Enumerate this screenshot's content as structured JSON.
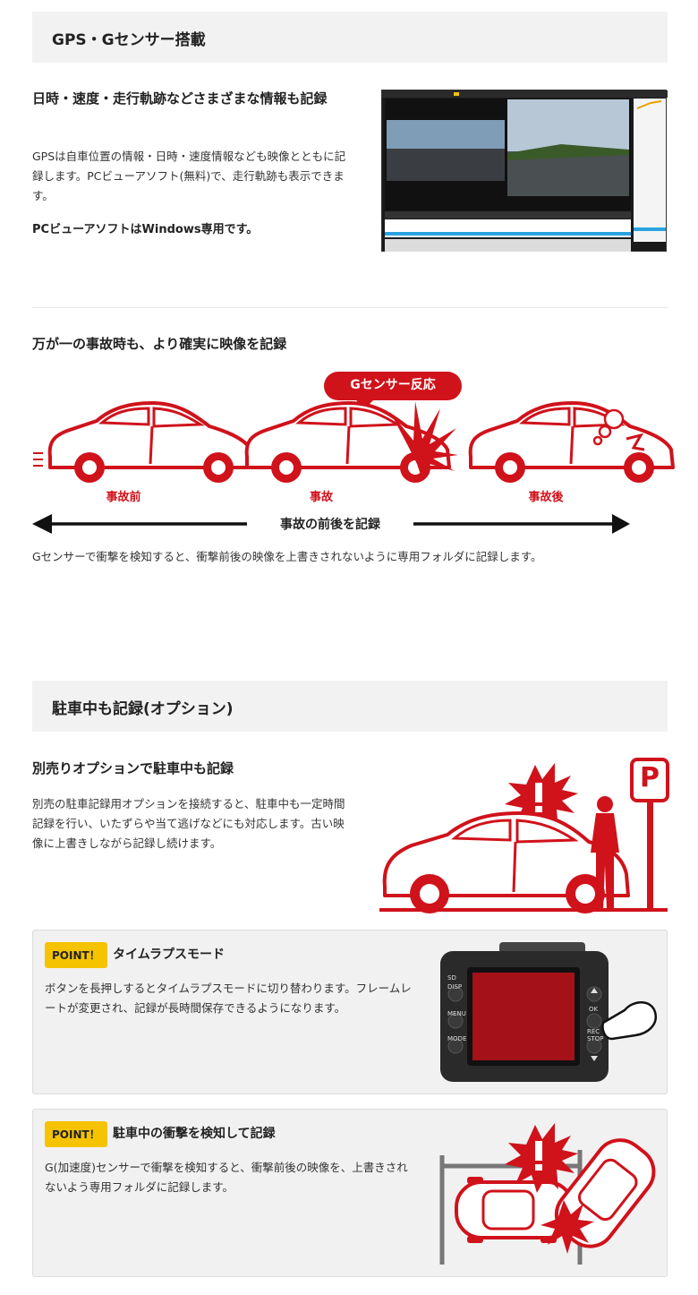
{
  "gps": {
    "header": "GPS・Gセンサー搭載",
    "heading": "日時・速度・走行軌跡などさまざまな情報も記録",
    "body": "GPSは自車位置の情報・日時・速度情報なども映像とともに記録します。PCビューアソフト(無料)で、走行軌跡も表示できます。",
    "note": "PCビューアソフトはWindows専用です。"
  },
  "accident": {
    "heading": "万が一の事故時も、より確実に映像を記録",
    "bubble": "Gセンサー反応",
    "labels": [
      "事故前",
      "事故",
      "事故後"
    ],
    "arrow_label": "事故の前後を記録",
    "body": "Gセンサーで衝撃を検知すると、衝撃前後の映像を上書きされないように専用フォルダに記録します。"
  },
  "parking": {
    "header": "駐車中も記録(オプション)",
    "heading": "別売りオプションで駐車中も記録",
    "body": "別売の駐車記録用オプションを接続すると、駐車中も一定時間記録を行い、いたずらや当て逃げなどにも対応します。古い映像に上書きしながら記録し続けます。",
    "sign": "P"
  },
  "point1": {
    "badge": "POINT！",
    "title": "タイムラプスモード",
    "body": "ボタンを長押しするとタイムラプスモードに切り替わります。フレームレートが変更され、記録が長時間保存できるようになります。",
    "buttons": [
      "SD",
      "DISP",
      "MENU",
      "MODE",
      "OK",
      "REC",
      "STOP"
    ]
  },
  "point2": {
    "badge": "POINT！",
    "title": "駐車中の衝撃を検知して記録",
    "body": "G(加速度)センサーで衝撃を検知すると、衝撃前後の映像を、上書きされないよう専用フォルダに記録します。"
  },
  "colors": {
    "accent": "#d0121b",
    "badge": "#f6c300",
    "header_bg": "#f2f2f2"
  }
}
